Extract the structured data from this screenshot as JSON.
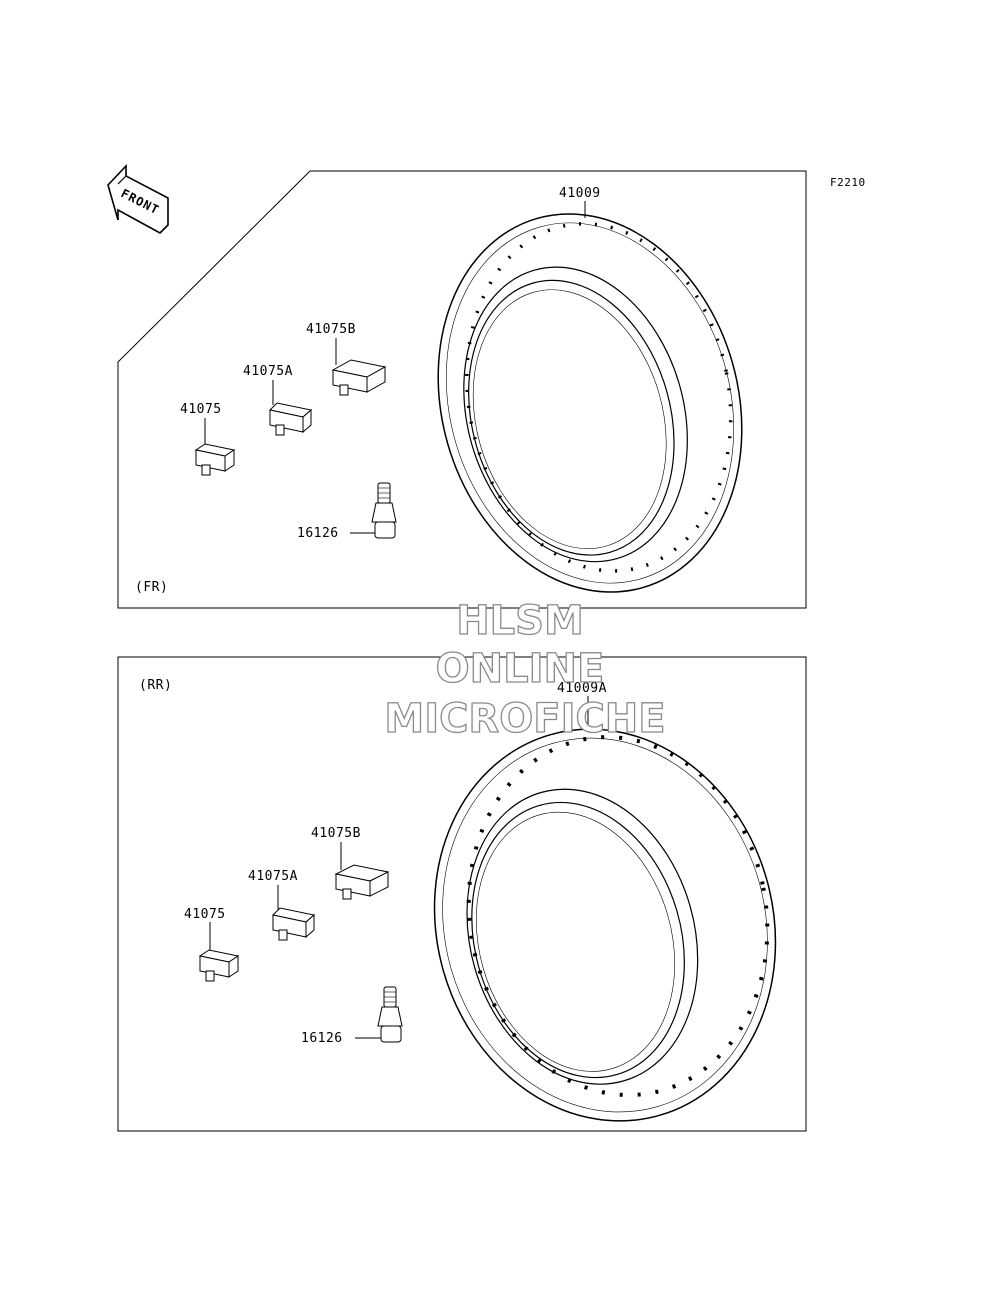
{
  "figure_code": "F2210",
  "front_arrow": "FRONT",
  "watermark": [
    "HLSM",
    "ONLINE",
    "MICROFICHE"
  ],
  "front_panel": {
    "section": "(FR)",
    "tire": "41009",
    "weight_b": "41075B",
    "weight_a": "41075A",
    "weight": "41075",
    "valve": "16126"
  },
  "rear_panel": {
    "section": "(RR)",
    "tire": "41009A",
    "weight_b": "41075B",
    "weight_a": "41075A",
    "weight": "41075",
    "valve": "16126"
  }
}
